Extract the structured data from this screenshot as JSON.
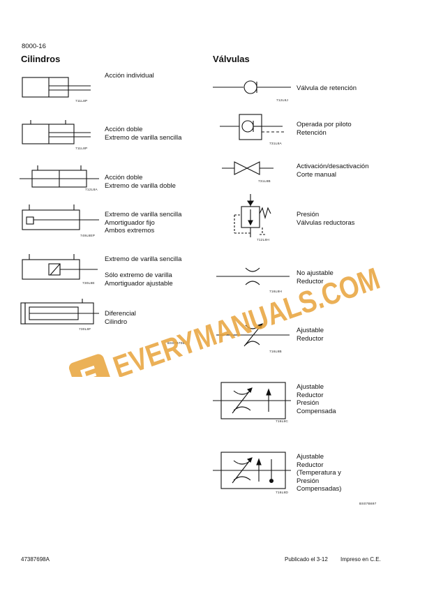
{
  "header": {
    "page_number": "8000-16"
  },
  "sections": {
    "cylinders_title": "Cilindros",
    "valves_title": "Válvulas"
  },
  "cylinders": [
    {
      "label": "Acción individual",
      "code": "711L8P"
    },
    {
      "label": "Acción doble\nExtremo de varilla sencilla",
      "code": "711L8P"
    },
    {
      "label": "Acción doble\nExtremo de varilla doble",
      "code": "712L8A"
    },
    {
      "label": "Extremo de varilla sencilla\nAmortiguador fijo\nAmbos extremos",
      "code": "749L8EP"
    },
    {
      "label": "Extremo de varilla sencilla\n\nSólo extremo de varilla\nAmortiguador ajustable",
      "code": "730L8E"
    },
    {
      "label": "Diferencial\nCilindro",
      "code": "730L8F"
    }
  ],
  "cylinders_figure_ref": "BS07B706",
  "valves": [
    {
      "label": "Válvula de retención",
      "code": "712L8J"
    },
    {
      "label": "Operada por piloto\nRetención",
      "code": "731L8A"
    },
    {
      "label": "Activación/desactivación\nCorte manual",
      "code": "731L8B"
    },
    {
      "label": "Presión\nVálvulas reductoras",
      "code": "712L8H"
    },
    {
      "label": "No ajustable\nReductor",
      "code": "716L8H"
    },
    {
      "label": "Ajustable\nReductor",
      "code": "716L8B"
    },
    {
      "label": "Ajustable\nReductor\nPresión\nCompensada",
      "code": "716L8C"
    },
    {
      "label": "Ajustable\nReductor\n(Temperatura y\nPresión\nCompensadas)",
      "code": "716L8D"
    }
  ],
  "valves_figure_ref": "BS07B697",
  "footer": {
    "doc_number": "47387698A",
    "published": "Publicado el 3-12",
    "printed": "Impreso en C.E."
  },
  "watermark": {
    "text": "EVERYMANUALS.COM",
    "logo_letter": "E",
    "color": "#e8a33a"
  }
}
